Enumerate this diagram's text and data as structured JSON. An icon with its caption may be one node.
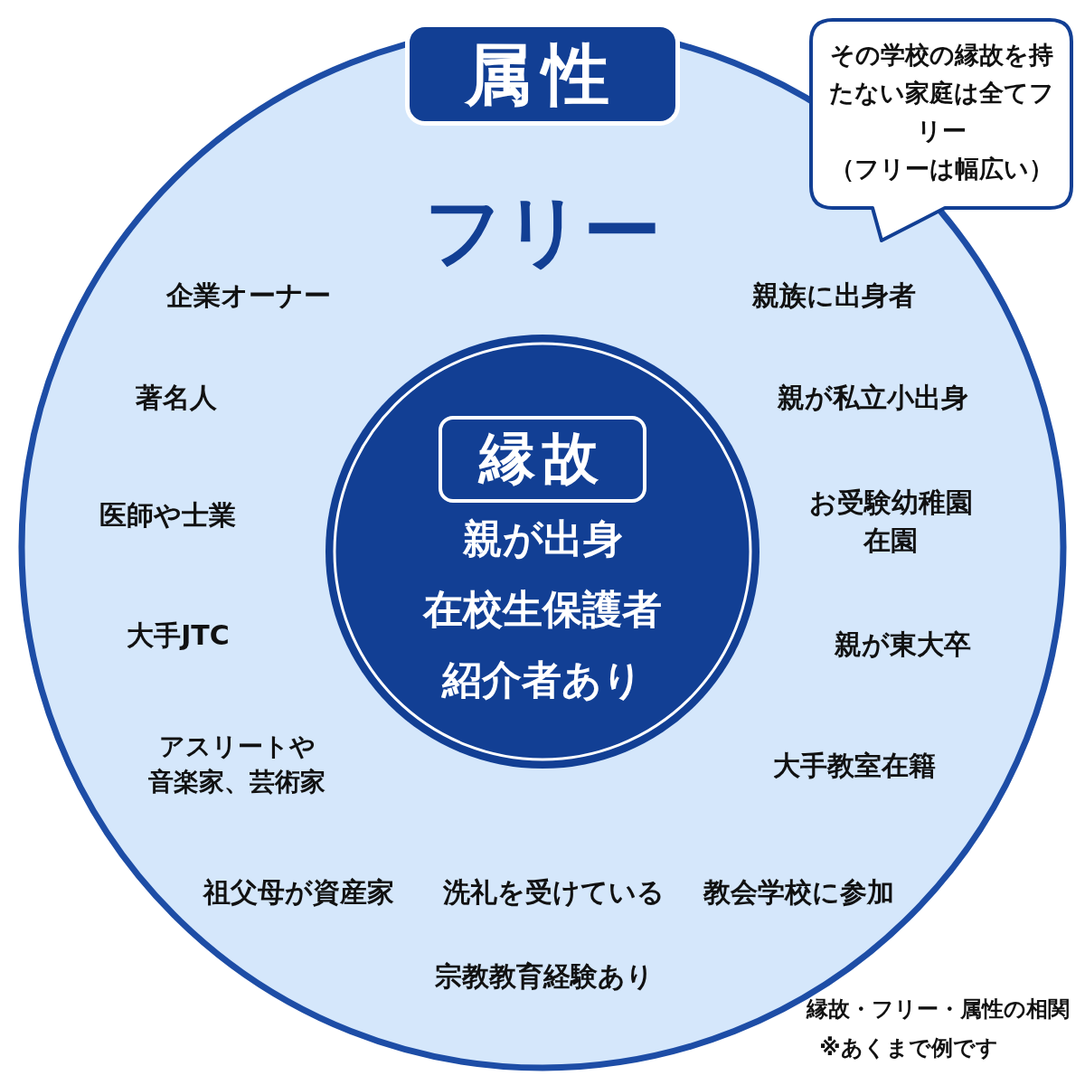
{
  "diagram": {
    "nodes": [
      {
        "text": [
          "フリー"
        ]
      },
      {
        "text": [
          "属性"
        ],
        "in": 0
      },
      {
        "text": [
          "親が出身",
          "在校生保護者",
          "紹介者あり"
        ],
        "in": 0
      },
      {
        "text": [
          "縁故"
        ],
        "in": 2
      },
      {
        "text": [
          "その学校の縁故を持たない家庭は全てフリー",
          "（フリーは幅広い）"
        ]
      }
    ],
    "edges": [],
    "labels": [
      "企業オーナー",
      "親族に出身者",
      "著名人",
      "親が私立小出身",
      "医師や士業",
      "お受験幼稚園在園",
      "大手JTC",
      "親が東大卒",
      "アスリートや音楽家、芸術家",
      "大手教室在籍",
      "祖父母が資産家",
      "洗礼を受けている",
      "教会学校に参加",
      "宗教教育経験あり",
      "縁故・フリー・属性の相関",
      "※あくまで例です"
    ]
  }
}
